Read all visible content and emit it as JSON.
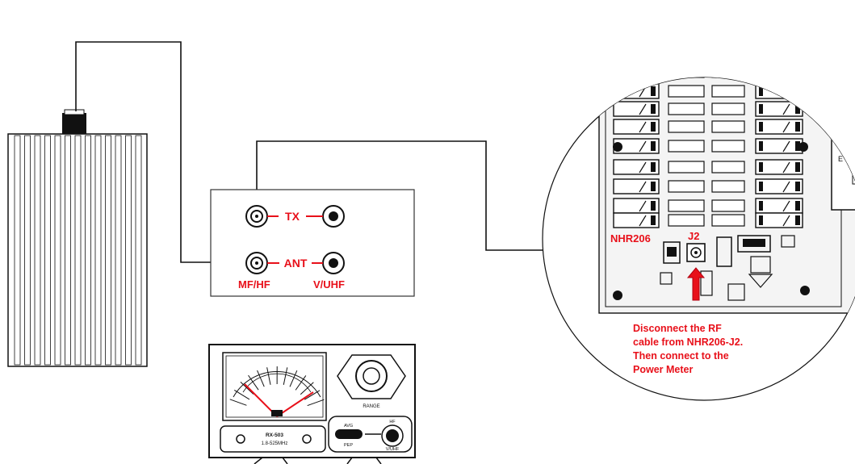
{
  "switch_panel": {
    "tx_label": "TX",
    "ant_label": "ANT",
    "mf_hf_label": "MF/HF",
    "v_uhf_label": "V/UHF"
  },
  "board": {
    "board_label": "NHR206",
    "connector_label": "J2"
  },
  "instruction": {
    "line1": "Disconnect the RF",
    "line2": "cable from NHR206-J2.",
    "line3": "Then connect to the",
    "line4": "Power Meter"
  },
  "power_meter": {
    "model_label": "RX-503",
    "freq_label": "1.8-525MHz",
    "range_label": "RANGE",
    "avg_label": "AVG",
    "pep_label": "PEP",
    "hf_label": "HF",
    "vuhf_label": "V/UHF"
  },
  "colors": {
    "accent_red": "#e8101a",
    "line": "#111111",
    "pcb_fill": "#f4f4f4"
  }
}
